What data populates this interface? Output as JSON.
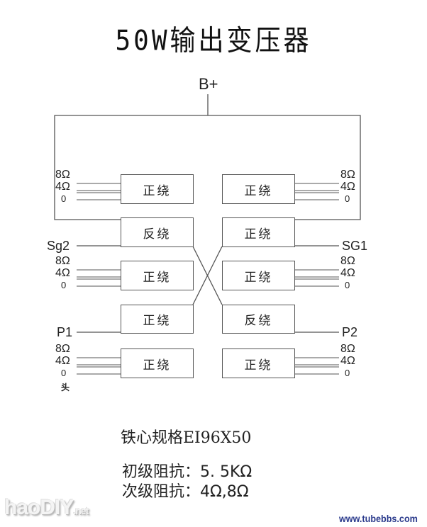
{
  "title": "50W输出变压器",
  "supply_label": "B+",
  "windings": {
    "left": [
      {
        "label": "正绕",
        "role": "secondary",
        "taps": [
          "8Ω",
          "4Ω",
          "0"
        ]
      },
      {
        "label": "反绕",
        "role": "primary",
        "terminal": "Sg2"
      },
      {
        "label": "正绕",
        "role": "secondary",
        "taps": [
          "8Ω",
          "4Ω",
          "0"
        ]
      },
      {
        "label": "正绕",
        "role": "primary",
        "terminal": "P1"
      },
      {
        "label": "正绕",
        "role": "secondary",
        "taps": [
          "8Ω",
          "4Ω",
          "0"
        ],
        "note": "头"
      }
    ],
    "right": [
      {
        "label": "正绕",
        "role": "secondary",
        "taps": [
          "8Ω",
          "4Ω",
          "0"
        ]
      },
      {
        "label": "正绕",
        "role": "primary",
        "terminal": "SG1"
      },
      {
        "label": "正绕",
        "role": "secondary",
        "taps": [
          "8Ω",
          "4Ω",
          "0"
        ]
      },
      {
        "label": "反绕",
        "role": "primary",
        "terminal": "P2"
      },
      {
        "label": "正绕",
        "role": "secondary",
        "taps": [
          "8Ω",
          "4Ω",
          "0"
        ]
      }
    ]
  },
  "specs": {
    "core": "铁心规格EI96X50",
    "primary_impedance": "初级阻抗：5. 5KΩ",
    "secondary_impedance": "次级阻抗：4Ω,8Ω"
  },
  "watermarks": {
    "left": "haoDIY",
    "left_suffix": ".net",
    "right": "www.tubebbs.com"
  }
}
